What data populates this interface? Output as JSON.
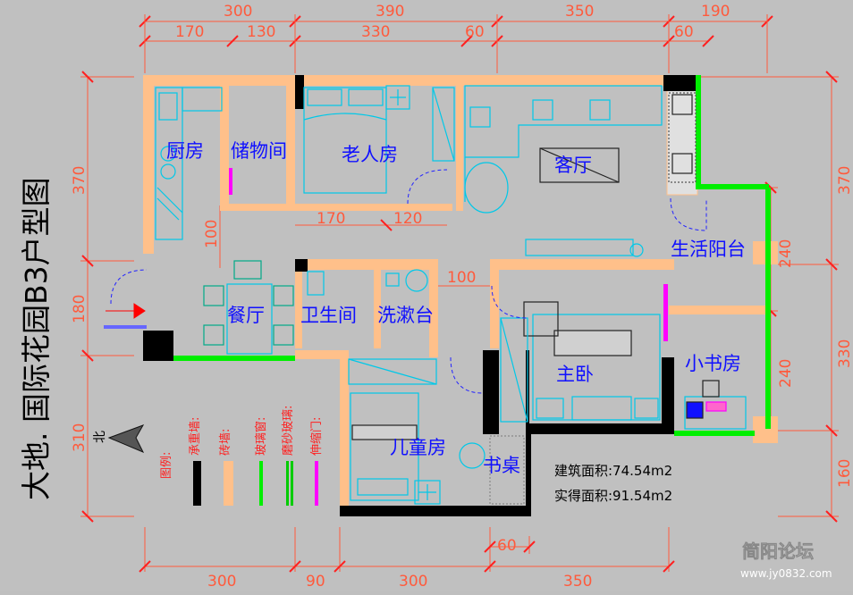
{
  "title": "大地. 国际花园B3户型图",
  "north": "北",
  "dims": {
    "top_row1": [
      "300",
      "390",
      "350",
      "190"
    ],
    "top_row2": [
      "170",
      "130",
      "330",
      "60",
      "60"
    ],
    "bottom_row1": [
      "300",
      "90",
      "300",
      "350"
    ],
    "bottom_row2": [
      "60"
    ],
    "left": [
      "370",
      "180",
      "310"
    ],
    "right_outer": [
      "370",
      "330",
      "160"
    ],
    "right_inner": [
      "240",
      "240"
    ],
    "inner": [
      "170",
      "120",
      "100",
      "100"
    ]
  },
  "rooms": {
    "kitchen": "厨房",
    "storage": "储物间",
    "elder": "老人房",
    "living": "客厅",
    "balcony": "生活阳台",
    "dining": "餐厅",
    "bath": "卫生间",
    "washbasin": "洗漱台",
    "master": "主卧",
    "study": "小书房",
    "kids": "儿童房",
    "desk": "书桌"
  },
  "legend": {
    "title": "图例:",
    "items": [
      "承重墙:",
      "砖墙:",
      "玻璃窗:",
      "磨砂玻璃:",
      "伸缩门:"
    ],
    "colors": [
      "#000000",
      "#ffc08a",
      "#00ee00",
      "#00cc00",
      "#ff00ff"
    ]
  },
  "areas": {
    "built": "建筑面积:74.54m2",
    "actual": "实得面积:91.54m2"
  },
  "watermark": {
    "name": "简阳论坛",
    "url": "www.jy0832.com"
  }
}
